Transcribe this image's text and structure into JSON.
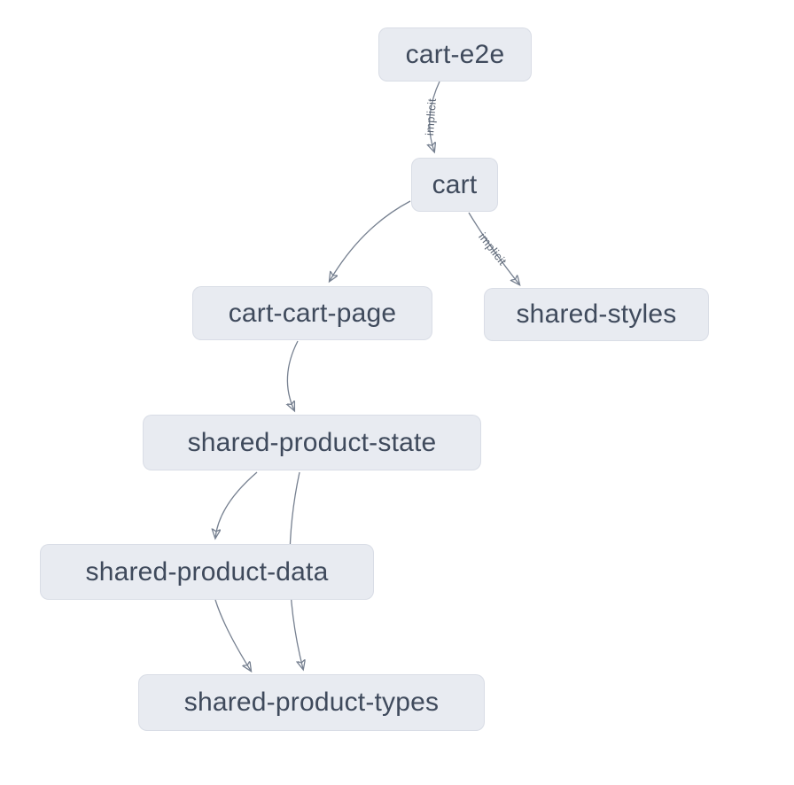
{
  "diagram": {
    "type": "dependency-graph",
    "background_color": "#ffffff",
    "node_fill_color": "#e8ebf1",
    "node_text_color": "#3f4a5c",
    "edge_color": "#768090",
    "arrow_color": "#5d6675",
    "nodes": [
      {
        "id": "cart-e2e",
        "label": "cart-e2e"
      },
      {
        "id": "cart",
        "label": "cart"
      },
      {
        "id": "cart-cart-page",
        "label": "cart-cart-page"
      },
      {
        "id": "shared-styles",
        "label": "shared-styles"
      },
      {
        "id": "shared-product-state",
        "label": "shared-product-state"
      },
      {
        "id": "shared-product-data",
        "label": "shared-product-data"
      },
      {
        "id": "shared-product-types",
        "label": "shared-product-types"
      }
    ],
    "edges": [
      {
        "from": "cart-e2e",
        "to": "cart",
        "label": "implicit"
      },
      {
        "from": "cart",
        "to": "cart-cart-page",
        "label": ""
      },
      {
        "from": "cart",
        "to": "shared-styles",
        "label": "implicit"
      },
      {
        "from": "cart-cart-page",
        "to": "shared-product-state",
        "label": ""
      },
      {
        "from": "shared-product-state",
        "to": "shared-product-data",
        "label": ""
      },
      {
        "from": "shared-product-state",
        "to": "shared-product-types",
        "label": ""
      },
      {
        "from": "shared-product-data",
        "to": "shared-product-types",
        "label": ""
      }
    ]
  }
}
